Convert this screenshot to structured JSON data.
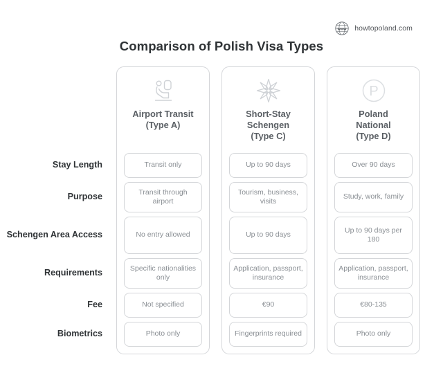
{
  "brand": {
    "icon": "globe-www-icon",
    "text": "howtopoland.com"
  },
  "title": "Comparison of Polish Visa Types",
  "row_labels": [
    "Stay Length",
    "Purpose",
    "Schengen Area Access",
    "Requirements",
    "Fee",
    "Biometrics"
  ],
  "columns": [
    {
      "icon": "airline-seat-icon",
      "title_line1": "Airport Transit",
      "title_line2": "(Type A)",
      "cells": [
        "Transit only",
        "Transit through airport",
        "No entry allowed",
        "Specific nationalities only",
        "Not specified",
        "Photo only"
      ]
    },
    {
      "icon": "compass-star-icon",
      "title_line1": "Short-Stay",
      "title_line2": "Schengen",
      "title_line3": "(Type C)",
      "cells": [
        "Up to 90 days",
        "Tourism, business, visits",
        "Up to 90 days",
        "Application, passport, insurance",
        "€90",
        "Fingerprints required"
      ]
    },
    {
      "icon": "circled-p-icon",
      "title_line1": "Poland",
      "title_line2": "National",
      "title_line3": "(Type D)",
      "cells": [
        "Over 90 days",
        "Study, work, family",
        "Up to 90 days per 180",
        "Application, passport, insurance",
        "€80-135",
        "Photo only"
      ]
    }
  ],
  "colors": {
    "title_text": "#2f3336",
    "card_border": "#d4d6d9",
    "cell_text": "#8a8f94",
    "column_title": "#5a5f64",
    "background": "#ffffff"
  }
}
